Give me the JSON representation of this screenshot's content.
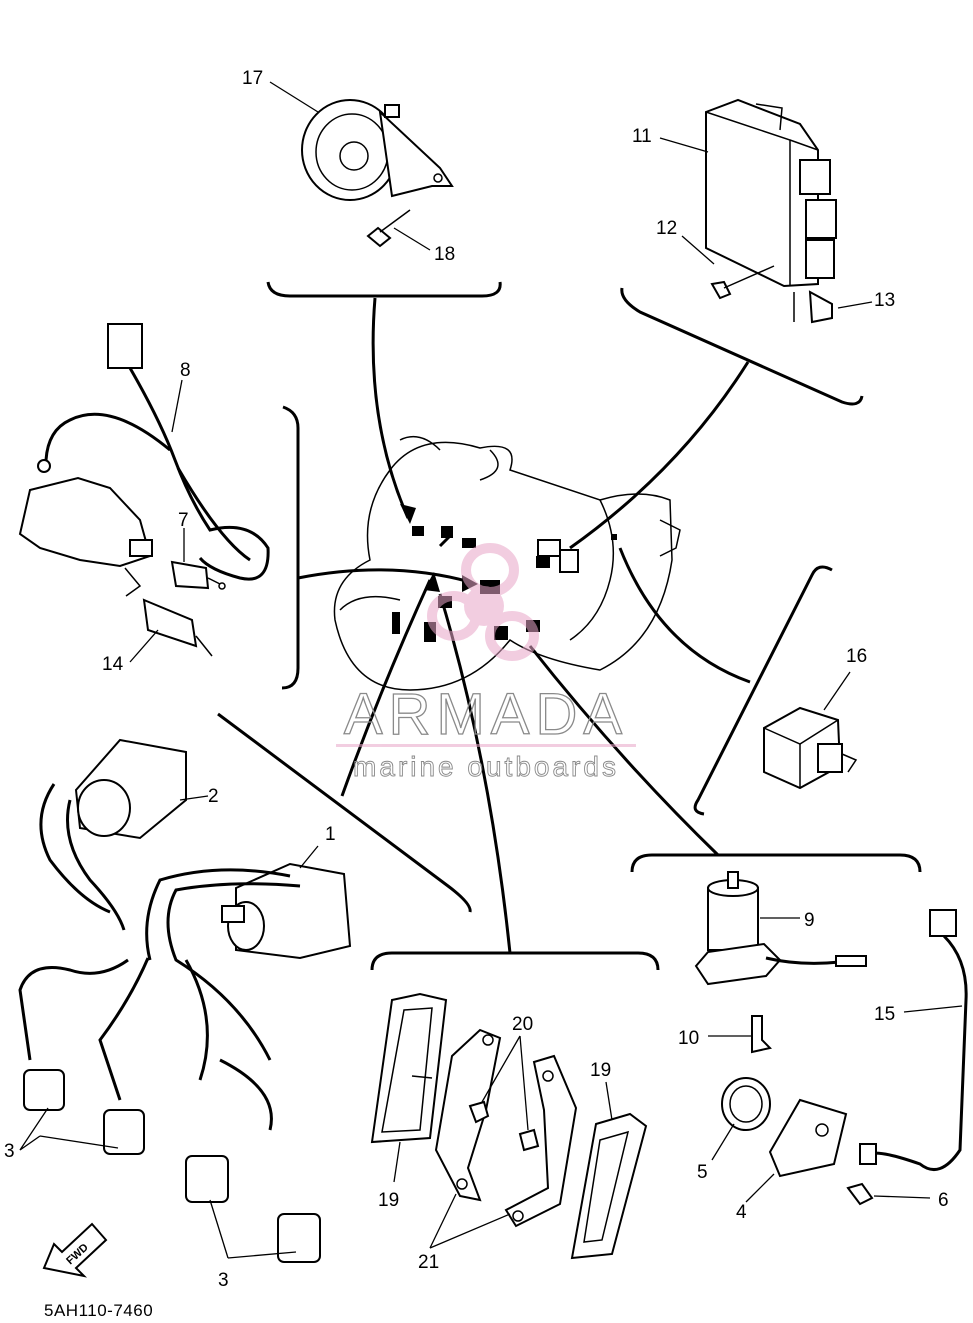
{
  "diagram": {
    "reference_code": "5AH110-7460",
    "direction_badge": "FWD",
    "callouts": [
      "1",
      "2",
      "3",
      "3",
      "4",
      "5",
      "6",
      "7",
      "8",
      "9",
      "10",
      "11",
      "12",
      "13",
      "14",
      "15",
      "16",
      "17",
      "18",
      "19",
      "19",
      "20",
      "21"
    ]
  },
  "watermark": {
    "title": "ARMADA",
    "subtitle": "marine outboards",
    "accent_color": "#e8a6c8"
  },
  "colors": {
    "line": "#000000",
    "background": "#ffffff",
    "watermark_outline": "#8a8a8a"
  }
}
